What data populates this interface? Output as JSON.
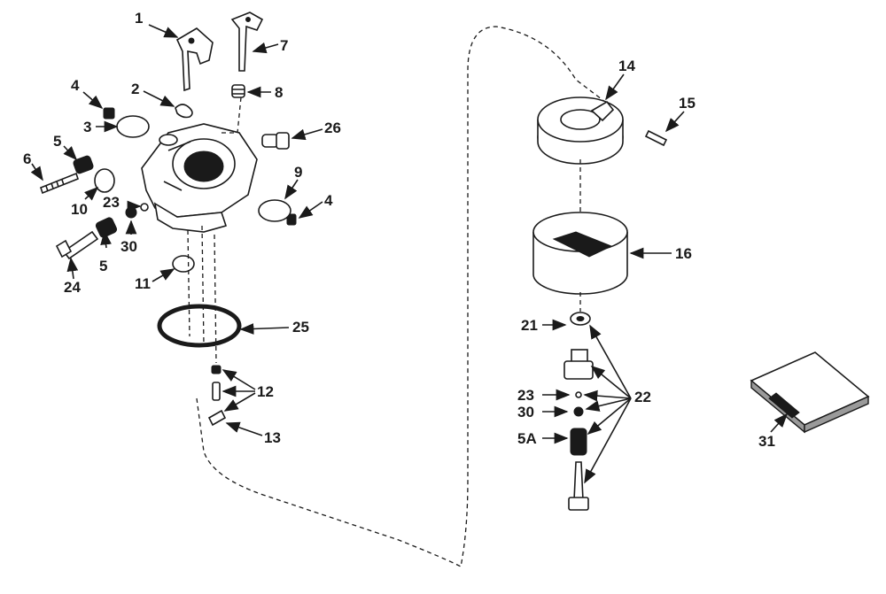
{
  "callouts": {
    "c1": "1",
    "c2": "2",
    "c3": "3",
    "c4a": "4",
    "c4b": "4",
    "c5a": "5",
    "c5b": "5",
    "c5A": "5A",
    "c6": "6",
    "c7": "7",
    "c8": "8",
    "c9": "9",
    "c10": "10",
    "c11": "11",
    "c12": "12",
    "c13": "13",
    "c14": "14",
    "c15": "15",
    "c16": "16",
    "c21": "21",
    "c22": "22",
    "c23a": "23",
    "c23b": "23",
    "c24": "24",
    "c25": "25",
    "c26": "26",
    "c30a": "30",
    "c30b": "30",
    "c31": "31"
  },
  "colors": {
    "ink": "#1a1a1a",
    "paper": "#ffffff",
    "shade": "#9a9a9a"
  }
}
